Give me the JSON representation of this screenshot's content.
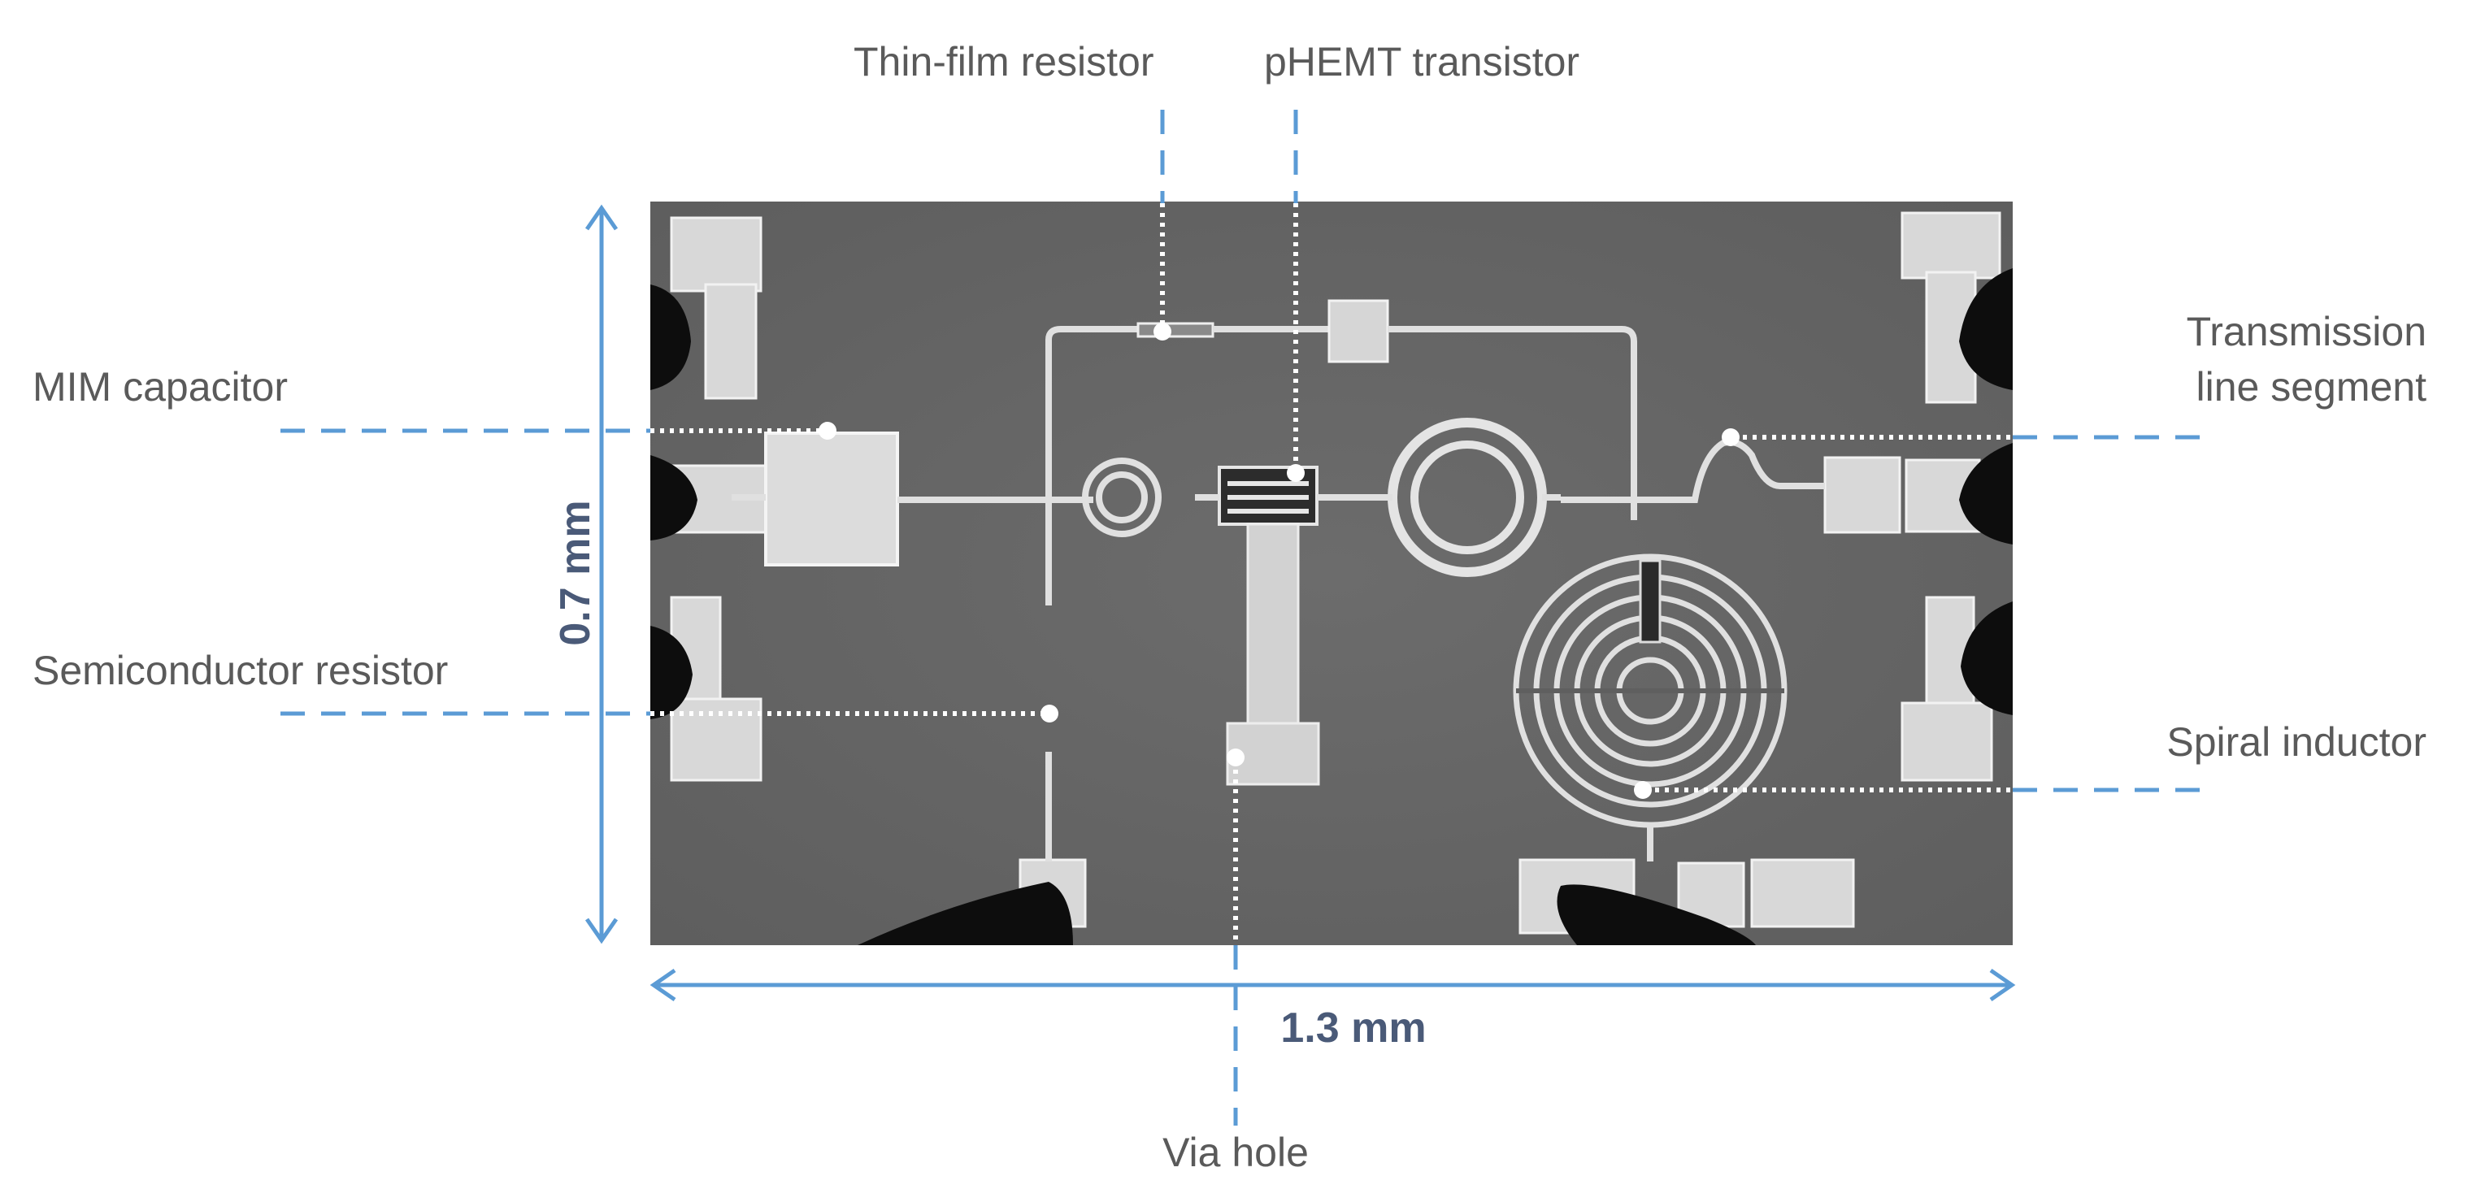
{
  "labels": {
    "thin_film_resistor": "Thin-film resistor",
    "phemt_transistor": "pHEMT transistor",
    "mim_capacitor": "MIM capacitor",
    "transmission_line_1": "Transmission",
    "transmission_line_2": "line segment",
    "semiconductor_resistor": "Semiconductor resistor",
    "spiral_inductor": "Spiral inductor",
    "via_hole": "Via hole"
  },
  "dimensions": {
    "height": "0.7 mm",
    "width": "1.3 mm"
  },
  "colors": {
    "leader": "#5b9bd5",
    "dimension_text": "#4a5a78",
    "label_text": "#5a5a5a",
    "chip_substrate": "#666666"
  }
}
